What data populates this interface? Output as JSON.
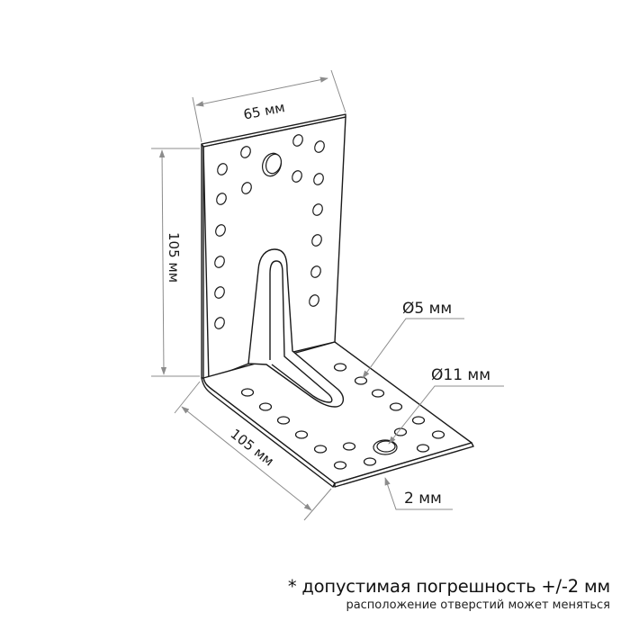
{
  "diagram": {
    "subject": "reinforced angle bracket with perforation holes",
    "dimensions": {
      "width_top": "65 мм",
      "height_vertical": "105 мм",
      "length_base": "105 мм",
      "thickness": "2 мм"
    },
    "callouts": {
      "small_hole": "Ø5 мм",
      "large_hole": "Ø11 мм"
    },
    "colors": {
      "outline": "#1a1a1a",
      "dimension_line": "#8c8c8c",
      "background": "#ffffff"
    }
  },
  "notes": {
    "tolerance": "* допустимая погрешность +/-2 мм",
    "holes_disclaimer": "расположение отверстий может меняться"
  }
}
